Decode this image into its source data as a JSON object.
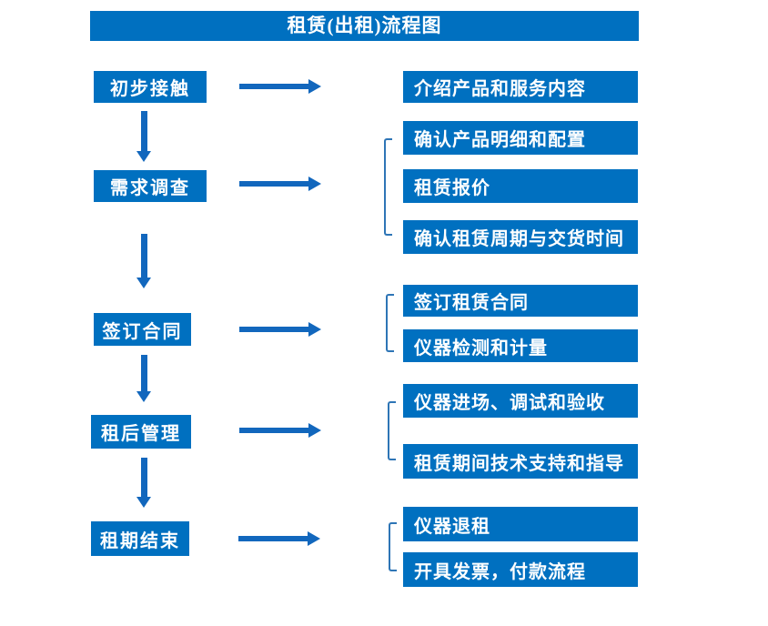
{
  "title": "租赁(出租)流程图",
  "colors": {
    "box_blue": "#0070C0",
    "arrow_blue": "#1267BD",
    "bracket_blue": "#2E75B6",
    "text_white": "#FFFFFF",
    "background": "#FFFFFF"
  },
  "stages": [
    {
      "label": "初步接触",
      "details": [
        "介绍产品和服务内容"
      ]
    },
    {
      "label": "需求调查",
      "details": [
        "确认产品明细和配置",
        "租赁报价",
        "确认租赁周期与交货时间"
      ]
    },
    {
      "label": "签订合同",
      "details": [
        "签订租赁合同",
        "仪器检测和计量"
      ]
    },
    {
      "label": "租后管理",
      "details": [
        "仪器进场、调试和验收",
        "租赁期间技术支持和指导"
      ]
    },
    {
      "label": "租期结束",
      "details": [
        "仪器退租",
        "开具发票，付款流程"
      ]
    }
  ]
}
